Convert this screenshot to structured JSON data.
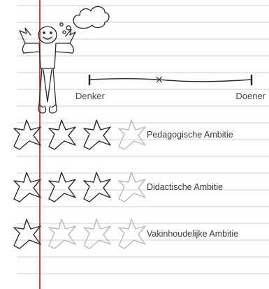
{
  "profile_scale": {
    "left_label": "Denker",
    "right_label": "Doener",
    "marker_position": 0.43
  },
  "ratings": [
    {
      "label": "Pedagogische Ambitie",
      "score": 3,
      "max": 4
    },
    {
      "label": "Didactische Ambitie",
      "score": 3,
      "max": 4
    },
    {
      "label": "Vakinhoudelijke Ambitie",
      "score": 1,
      "max": 4
    }
  ],
  "colors": {
    "margin_line": "#e23b3b",
    "ruled_line": "#cfcfcf",
    "ink": "#2a2a2a",
    "faded_ink": "#b8b8b8"
  },
  "icons": {
    "figure": "thinking-person-icon",
    "star_filled": "star-outline-icon",
    "star_faded": "star-faded-icon"
  }
}
